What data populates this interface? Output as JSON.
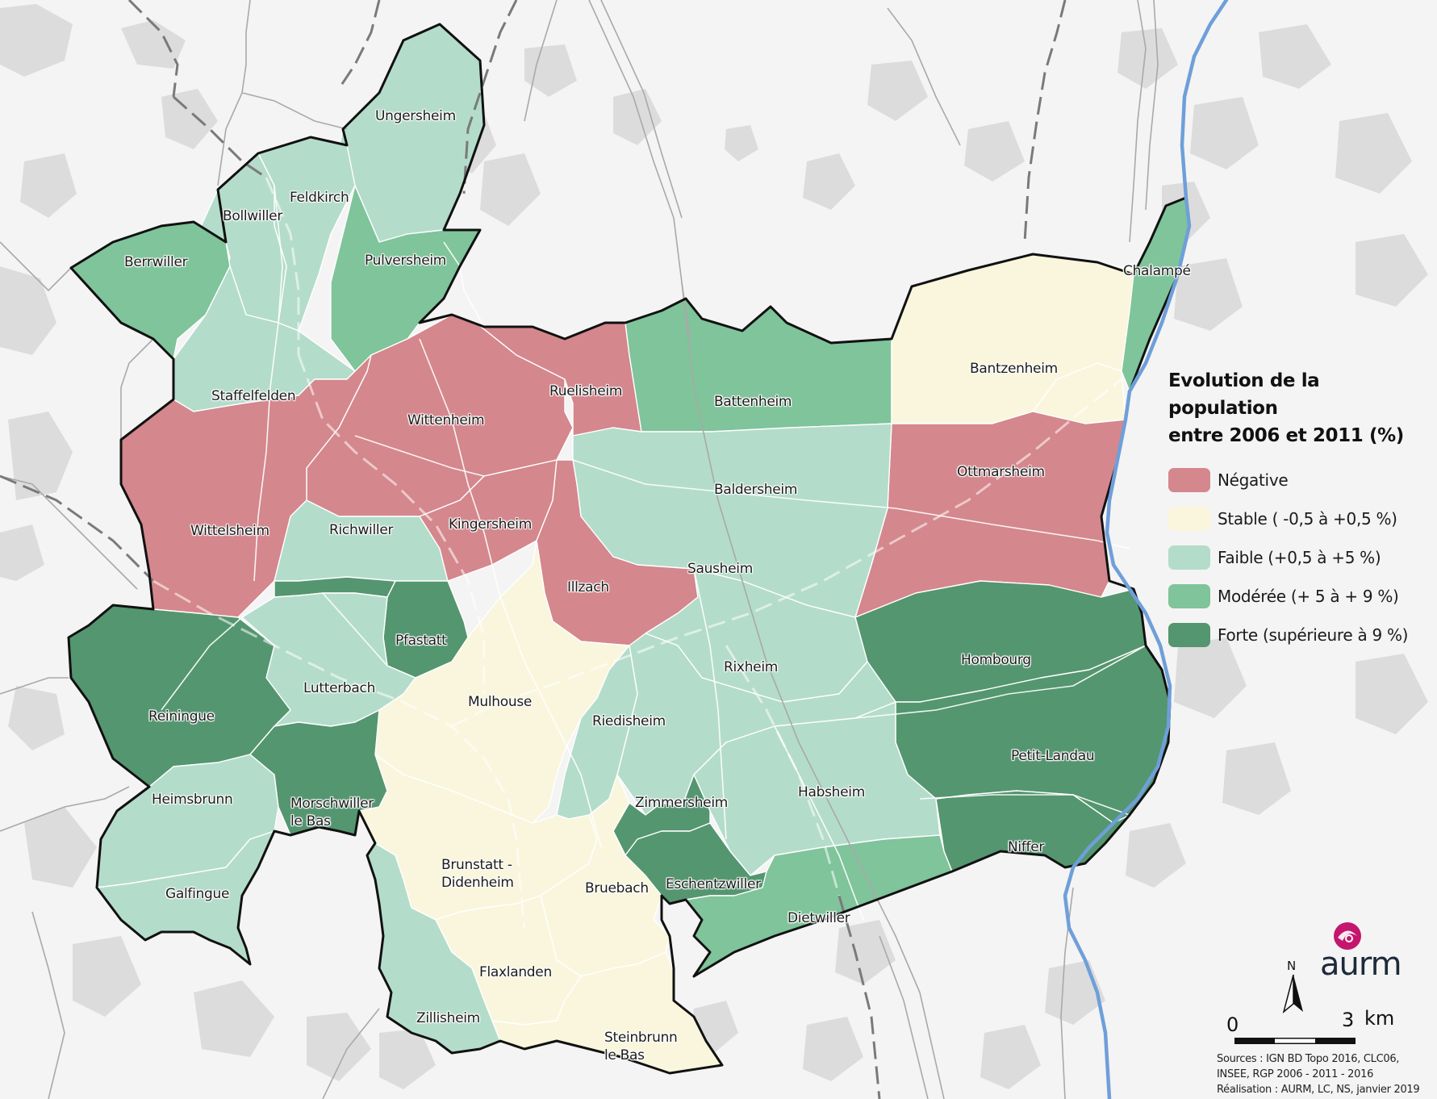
{
  "legend": {
    "title_line1": "Evolution de la population",
    "title_line2": "entre 2006 et 2011 (%)",
    "classes": [
      {
        "key": "negative",
        "label": "Négative",
        "color": "#d4878d"
      },
      {
        "key": "stable",
        "label": "Stable ( -0,5 à +0,5 %)",
        "color": "#f9f6dd"
      },
      {
        "key": "faible",
        "label": "Faible (+0,5 à +5 %)",
        "color": "#b4dccb"
      },
      {
        "key": "moderee",
        "label": "Modérée (+ 5 à + 9 %)",
        "color": "#7fc49a"
      },
      {
        "key": "forte",
        "label": "Forte (supérieure à 9 %)",
        "color": "#54966f"
      }
    ]
  },
  "communes": [
    {
      "name": "Ungersheim",
      "class": "faible"
    },
    {
      "name": "Feldkirch",
      "class": "faible"
    },
    {
      "name": "Bollwiller",
      "class": "faible"
    },
    {
      "name": "Berrwiller",
      "class": "moderee"
    },
    {
      "name": "Pulversheim",
      "class": "moderee"
    },
    {
      "name": "Staffelfelden",
      "class": "faible"
    },
    {
      "name": "Wittenheim",
      "class": "negative"
    },
    {
      "name": "Ruelisheim",
      "class": "negative"
    },
    {
      "name": "Battenheim",
      "class": "moderee"
    },
    {
      "name": "Bantzenheim",
      "class": "stable"
    },
    {
      "name": "Chalampé",
      "class": "moderee"
    },
    {
      "name": "Ottmarsheim",
      "class": "negative"
    },
    {
      "name": "Baldersheim",
      "class": "faible"
    },
    {
      "name": "Wittelsheim",
      "class": "negative"
    },
    {
      "name": "Richwiller",
      "class": "faible"
    },
    {
      "name": "Kingersheim",
      "class": "negative"
    },
    {
      "name": "Illzach",
      "class": "negative"
    },
    {
      "name": "Sausheim",
      "class": "faible"
    },
    {
      "name": "Pfastatt",
      "class": "forte"
    },
    {
      "name": "Hombourg",
      "class": "forte"
    },
    {
      "name": "Rixheim",
      "class": "faible"
    },
    {
      "name": "Lutterbach",
      "class": "faible"
    },
    {
      "name": "Mulhouse",
      "class": "stable"
    },
    {
      "name": "Reiningue",
      "class": "forte"
    },
    {
      "name": "Riedisheim",
      "class": "faible"
    },
    {
      "name": "Petit-Landau",
      "class": "forte"
    },
    {
      "name": "Habsheim",
      "class": "faible"
    },
    {
      "name": "Heimsbrunn",
      "class": "faible"
    },
    {
      "name": "Morschwiller le Bas",
      "class": "forte"
    },
    {
      "name": "Zimmersheim",
      "class": "forte"
    },
    {
      "name": "Niffer",
      "class": "forte"
    },
    {
      "name": "Brunstatt - Didenheim",
      "class": "stable"
    },
    {
      "name": "Bruebach",
      "class": "stable"
    },
    {
      "name": "Eschentzwiller",
      "class": "forte"
    },
    {
      "name": "Galfingue",
      "class": "faible"
    },
    {
      "name": "Dietwiller",
      "class": "moderee"
    },
    {
      "name": "Flaxlanden",
      "class": "stable"
    },
    {
      "name": "Zillisheim",
      "class": "faible"
    },
    {
      "name": "Steinbrunn le Bas",
      "class": "stable"
    }
  ],
  "labels": {
    "ungersheim": "Ungersheim",
    "feldkirch": "Feldkirch",
    "bollwiller": "Bollwiller",
    "berrwiller": "Berrwiller",
    "pulversheim": "Pulversheim",
    "staffelfelden": "Staffelfelden",
    "wittenheim": "Wittenheim",
    "ruelisheim": "Ruelisheim",
    "battenheim": "Battenheim",
    "bantzenheim": "Bantzenheim",
    "chalampe": "Chalampé",
    "ottmarsheim": "Ottmarsheim",
    "baldersheim": "Baldersheim",
    "wittelsheim": "Wittelsheim",
    "richwiller": "Richwiller",
    "kingersheim": "Kingersheim",
    "illzach": "Illzach",
    "sausheim": "Sausheim",
    "pfastatt": "Pfastatt",
    "hombourg": "Hombourg",
    "rixheim": "Rixheim",
    "lutterbach": "Lutterbach",
    "mulhouse": "Mulhouse",
    "reiningue": "Reiningue",
    "riedisheim": "Riedisheim",
    "petit_landau": "Petit-Landau",
    "habsheim": "Habsheim",
    "heimsbrunn": "Heimsbrunn",
    "morschwiller": "Morschwiller\nle Bas",
    "zimmersheim": "Zimmersheim",
    "niffer": "Niffer",
    "brunstatt": "Brunstatt -\nDidenheim",
    "bruebach": "Bruebach",
    "eschentzwiller": "Eschentzwiller",
    "galfingue": "Galfingue",
    "dietwiller": "Dietwiller",
    "flaxlanden": "Flaxlanden",
    "zillisheim": "Zillisheim",
    "steinbrunn": "Steinbrunn\nle Bas"
  },
  "north_arrow": {
    "letter": "N",
    "icon": "north-arrow-icon"
  },
  "scale": {
    "start": "0",
    "end": "3",
    "unit": "km"
  },
  "logo": {
    "text": "aurm",
    "icon": "aurm-logo-icon",
    "color": "#c4166d"
  },
  "sources": {
    "line1": "Sources :  IGN BD Topo 2016, CLC06,",
    "line2": "INSEE, RGP 2006 - 2011 - 2016",
    "line3": "Réalisation : AURM, LC, NS, janvier 2019"
  },
  "colors": {
    "background": "#f4f4f4",
    "urban": "#dcdcdc",
    "river": "#6f9fd9",
    "outline": "#111111"
  }
}
